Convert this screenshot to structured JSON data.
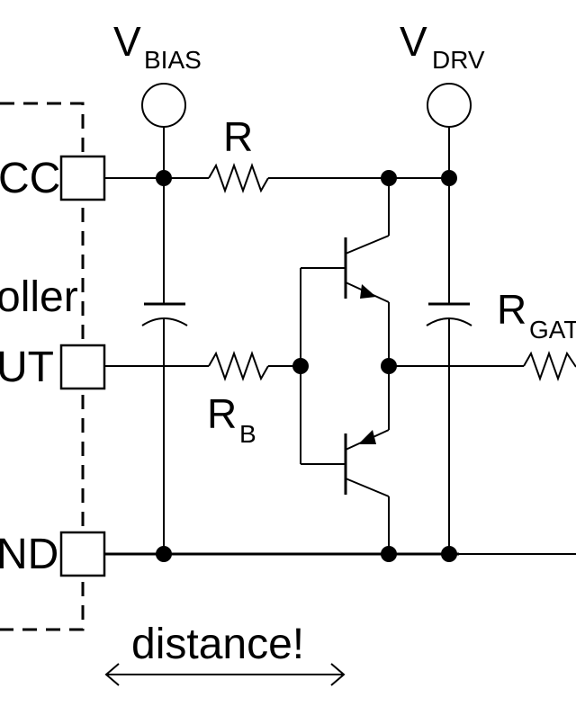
{
  "colors": {
    "ink": "#000000",
    "background": "#ffffff"
  },
  "labels": {
    "vbias_main": "V",
    "vbias_sub": "BIAS",
    "vdrv_main": "V",
    "vdrv_sub": "DRV",
    "r": "R",
    "rb_main": "R",
    "rb_sub": "B",
    "rgate_main": "R",
    "rgate_sub": "GAT",
    "pin_vcc": "CC",
    "pin_out": "UT",
    "pin_gnd": "ND",
    "controller": "oller",
    "distance": "distance!"
  }
}
